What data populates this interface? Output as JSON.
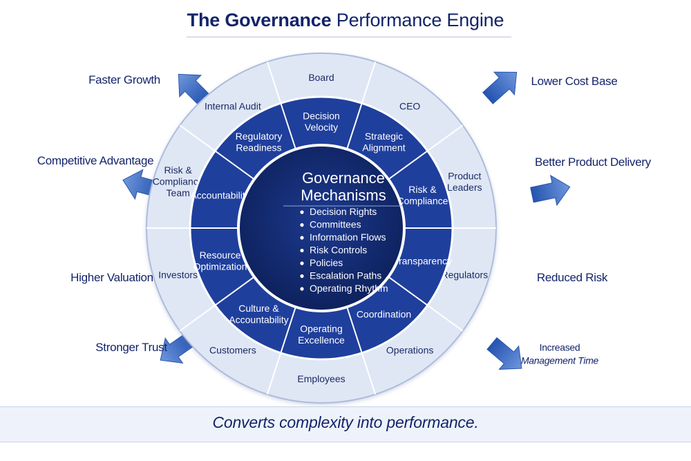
{
  "title": {
    "bold": "The Governance",
    "rest": "Performance Engine"
  },
  "core": {
    "title_line1": "Governance",
    "title_line2": "Mechanisms",
    "bullets": [
      "Decision Rights",
      "Committees",
      "Information Flows",
      "Risk Controls",
      "Policies",
      "Escalation Paths",
      "Operating Rhythm"
    ]
  },
  "inner_ring": [
    "Decision|Velocity",
    "Strategic|Alignment",
    "Risk &|Compliance",
    "Transparency",
    "Coordination",
    "Operating|Excellence",
    "Culture &|Accountability",
    "Resource|Optimization",
    "Accountability",
    "Regulatory|Readiness"
  ],
  "outer_ring": [
    "Board",
    "CEO",
    "Product|Leaders",
    "Regulators",
    "Operations",
    "Employees",
    "Customers",
    "Investors",
    "Risk &|Compliance|Team",
    "Internal Audit"
  ],
  "outcomes": {
    "faster_growth": "Faster Growth",
    "competitive_advantage": "Competitive Advantage",
    "higher_valuation": "Higher Valuation",
    "stronger_trust": "Stronger Trust",
    "lower_cost_base": "Lower Cost Base",
    "better_product_delivery": "Better Product Delivery",
    "reduced_risk": "Reduced Risk",
    "increased_management_time_l1": "Increased",
    "increased_management_time_l2": "Management Time"
  },
  "footer": "Converts complexity into performance.",
  "colors": {
    "navy": "#13246b",
    "inner_ring": "#1f3f9c",
    "core": "#0f2463",
    "outer_ring": "#dfe7f5",
    "outer_text": "#1b2a66",
    "arrow": "#3f6cc2"
  }
}
